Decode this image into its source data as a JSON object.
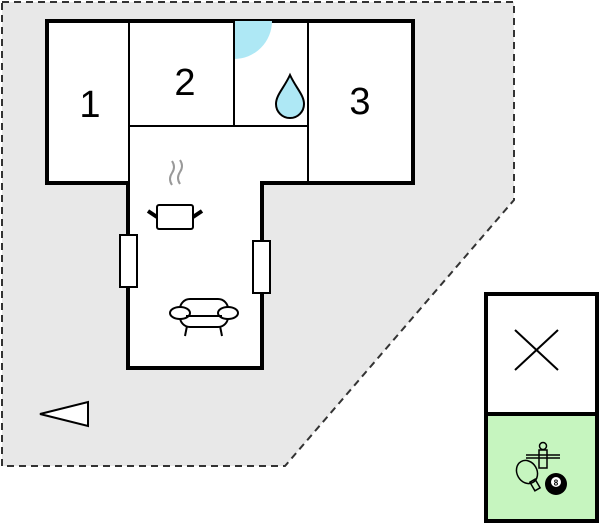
{
  "floorplan": {
    "rooms": [
      {
        "label": "1",
        "type": "bedroom"
      },
      {
        "label": "2",
        "type": "bedroom"
      },
      {
        "label": "3",
        "type": "bedroom"
      }
    ],
    "icons": [
      "shower-icon",
      "water-drop-icon",
      "cooking-pot-icon",
      "sofa-icon",
      "window-icon",
      "entrance-arrow-icon"
    ],
    "colors": {
      "terrace": "#e8e8e8",
      "shower": "#aee8f5",
      "activity_area": "#c6f5bf",
      "wall": "#000000"
    }
  },
  "legend": {
    "icons": [
      "cross-icon",
      "table-football-icon",
      "table-tennis-icon",
      "billiard-ball-icon"
    ],
    "ball_number": "8"
  }
}
